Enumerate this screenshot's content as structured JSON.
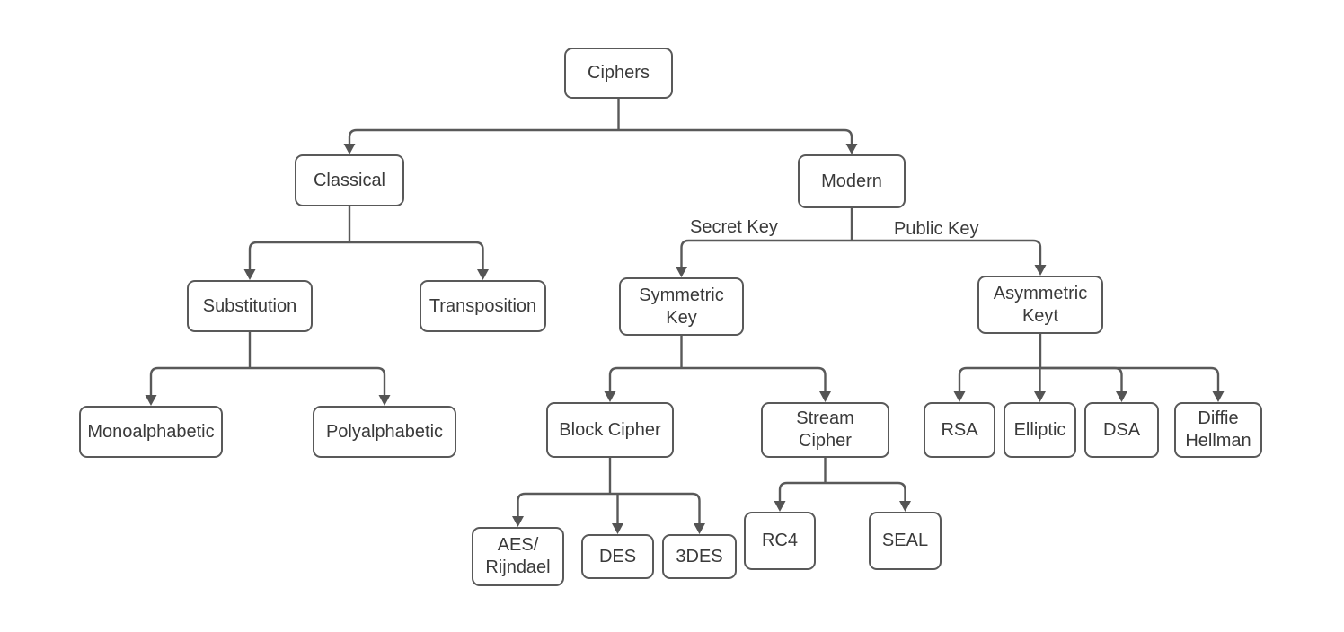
{
  "diagram": {
    "type": "tree",
    "root": "Ciphers",
    "colors": {
      "background": "#ffffff",
      "node_fill": "#ffffff",
      "node_border": "#595959",
      "line": "#595959",
      "text": "#3a3a3a"
    },
    "nodes": {
      "ciphers": {
        "label": "Ciphers"
      },
      "classical": {
        "label": "Classical"
      },
      "modern": {
        "label": "Modern"
      },
      "substitution": {
        "label": "Substitution"
      },
      "transposition": {
        "label": "Transposition"
      },
      "symmetric_key": {
        "label": "Symmetric\nKey"
      },
      "asymmetric_key": {
        "label": "Asymmetric\nKeyt"
      },
      "monoalphabetic": {
        "label": "Monoalphabetic"
      },
      "polyalphabetic": {
        "label": "Polyalphabetic"
      },
      "block_cipher": {
        "label": "Block Cipher"
      },
      "stream_cipher": {
        "label": "Stream\nCipher"
      },
      "rsa": {
        "label": "RSA"
      },
      "elliptic": {
        "label": "Elliptic"
      },
      "dsa": {
        "label": "DSA"
      },
      "diffie_hellman": {
        "label": "Diffie\nHellman"
      },
      "aes_rijndael": {
        "label": "AES/\nRijndael"
      },
      "des": {
        "label": "DES"
      },
      "triple_des": {
        "label": "3DES"
      },
      "rc4": {
        "label": "RC4"
      },
      "seal": {
        "label": "SEAL"
      }
    },
    "edge_labels": {
      "secret_key": "Secret Key",
      "public_key": "Public Key"
    },
    "edges": [
      {
        "from": "Ciphers",
        "to": "Classical"
      },
      {
        "from": "Ciphers",
        "to": "Modern"
      },
      {
        "from": "Classical",
        "to": "Substitution"
      },
      {
        "from": "Classical",
        "to": "Transposition"
      },
      {
        "from": "Modern",
        "to": "Symmetric Key",
        "label": "Secret Key"
      },
      {
        "from": "Modern",
        "to": "Asymmetric Keyt",
        "label": "Public Key"
      },
      {
        "from": "Substitution",
        "to": "Monoalphabetic"
      },
      {
        "from": "Substitution",
        "to": "Polyalphabetic"
      },
      {
        "from": "Symmetric Key",
        "to": "Block Cipher"
      },
      {
        "from": "Symmetric Key",
        "to": "Stream Cipher"
      },
      {
        "from": "Asymmetric Keyt",
        "to": "RSA"
      },
      {
        "from": "Asymmetric Keyt",
        "to": "Elliptic"
      },
      {
        "from": "Asymmetric Keyt",
        "to": "DSA"
      },
      {
        "from": "Asymmetric Keyt",
        "to": "Diffie Hellman"
      },
      {
        "from": "Block Cipher",
        "to": "AES/Rijndael"
      },
      {
        "from": "Block Cipher",
        "to": "DES"
      },
      {
        "from": "Block Cipher",
        "to": "3DES"
      },
      {
        "from": "Stream Cipher",
        "to": "RC4"
      },
      {
        "from": "Stream Cipher",
        "to": "SEAL"
      }
    ]
  }
}
